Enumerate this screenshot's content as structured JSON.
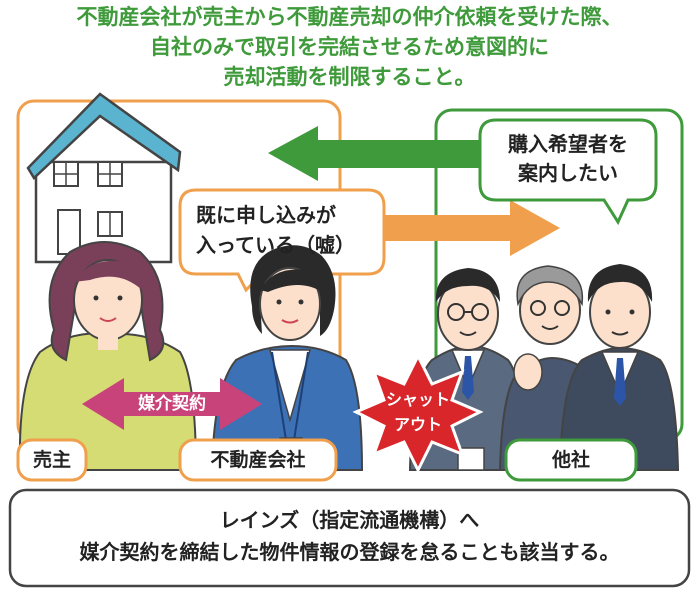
{
  "title": {
    "line1": "不動産会社が売主から不動産売却の仲介依頼を受けた際、",
    "line2": "自社のみで取引を完結させるため意図的に",
    "line3": "売却活動を制限すること。"
  },
  "bubbles": {
    "buyer_wish": {
      "line1": "購入希望者を",
      "line2": "案内したい"
    },
    "agency_lie": {
      "line1": "既に申し込みが",
      "line2": "入っている（嘘）"
    }
  },
  "contract_arrow_label": "媒介契約",
  "shutout": {
    "line1": "シャット",
    "line2": "アウト"
  },
  "labels": {
    "seller": "売主",
    "agency": "不動産会社",
    "others": "他社"
  },
  "footer": {
    "line1": "レインズ（指定流通機構）へ",
    "line2": "媒介契約を締結した物件情報の登録を怠ることも該当する。"
  },
  "colors": {
    "green": "#3e9a3a",
    "orange": "#f0a04c",
    "pink": "#c8437a",
    "red": "#d9262a",
    "blue": "#5ab4cf"
  }
}
